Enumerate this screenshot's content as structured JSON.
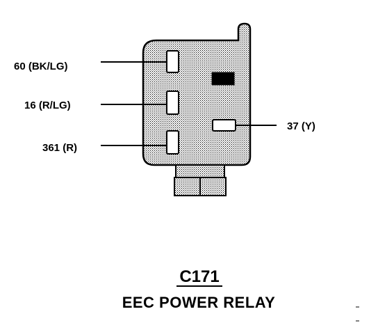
{
  "connector": {
    "id": "C171",
    "name": "EEC POWER RELAY",
    "fill_color": "#c8c8c8",
    "outline_color": "#000000"
  },
  "wires": [
    {
      "circuit": "60",
      "color_code": "BK/LG",
      "label": "60 (BK/LG)"
    },
    {
      "circuit": "16",
      "color_code": "R/LG",
      "label": "16 (R/LG)"
    },
    {
      "circuit": "361",
      "color_code": "R",
      "label": "361 (R)"
    },
    {
      "circuit": "37",
      "color_code": "Y",
      "label": "37 (Y)"
    }
  ]
}
